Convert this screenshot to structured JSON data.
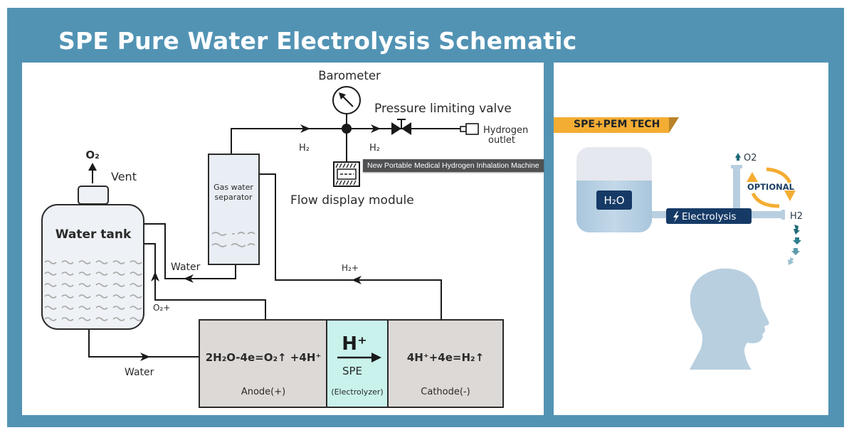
{
  "title": "SPE Pure Water Electrolysis Schematic",
  "colors": {
    "frame": "#5293b4",
    "spe_membrane": "#c9f2ec",
    "electrode_cell": "#ddd9d6",
    "tank_fill": "#eaeef4",
    "accent_orange": "#f4ad33",
    "badge_navy": "#163a66",
    "head_blue": "#b8cfe0"
  },
  "schematic": {
    "barometer": "Barometer",
    "pressure_valve": "Pressure limiting valve",
    "hydrogen_outlet_line1": "Hydrogen",
    "hydrogen_outlet_line2": "outlet",
    "h2_label_1": "H₂",
    "h2_label_2": "H₂",
    "flow_display": "Flow display module",
    "gas_separator_line1": "Gas water",
    "gas_separator_line2": "separator",
    "o2_vent_gas": "O₂",
    "vent": "Vent",
    "water_tank": "Water tank",
    "water_return": "Water",
    "water_feed": "Water",
    "o2_plus": "O₂+",
    "h2_plus": "H₂+",
    "anode_equation": "2H₂O-4e=O₂↑ +4H⁺",
    "anode_label": "Anode(+)",
    "spe_ion": "H⁺",
    "spe_label": "SPE",
    "electrolyzer_label": "(Electrolyzer)",
    "cathode_equation": "4H⁺+4e=H₂↑",
    "cathode_label": "Cathode(-)"
  },
  "tooltip": "New Portable Medical Hydrogen Inhalation Machine",
  "right_panel": {
    "tag": "SPE+PEM TECH",
    "h2o_badge": "H₂O",
    "electrolysis_badge": "Electrolysis",
    "o2_output": "O2",
    "h2_output": "H2",
    "optional_label": "OPTIONAL"
  }
}
